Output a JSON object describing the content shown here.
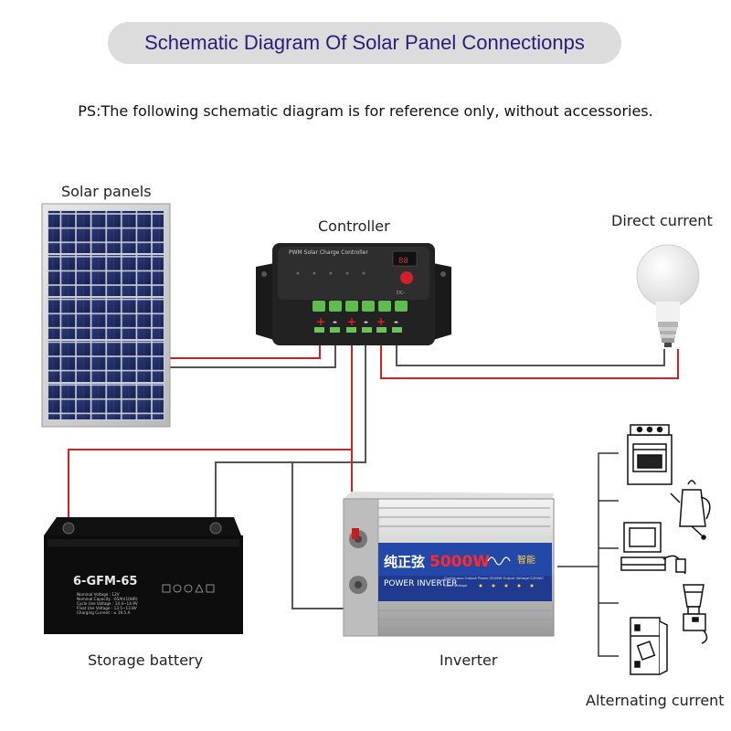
{
  "header": {
    "title": "Schematic Diagram Of Solar Panel Connectionps",
    "note": "PS:The following schematic diagram is for reference only, without accessories."
  },
  "labels": {
    "solar_panels": "Solar panels",
    "controller": "Controller",
    "direct_current": "Direct current",
    "storage_battery": "Storage battery",
    "inverter": "Inverter",
    "alternating_current": "Alternating current"
  },
  "controller": {
    "faceplate_text": "PWM Solar Charge Controller",
    "display_text": "88",
    "dc_text": "DC-",
    "terminal_signs": [
      "+",
      "-",
      "+",
      "-",
      "+",
      "-"
    ]
  },
  "battery": {
    "model": "6-GFM-65",
    "spec_lines": [
      "Nominal Voltage : 12V",
      "Nominal Capacity : 65Ah(10HR)",
      "Cycle Use Voltage : 14.4~14.9V",
      "Float Use Voltage : 13.5~13.8V",
      "Charging Current : ≤ 19.5 A"
    ]
  },
  "inverter": {
    "chinese_label": "纯正弦",
    "power_label": "5000W",
    "brand_label": "智能",
    "type_label": "POWER INVERTER",
    "spec_line_1": "Continuous Output Power:2500W   Output Voltage:220VAC",
    "spec_line_2": "Input Voltage"
  },
  "colors": {
    "title_text": "#27207a",
    "title_pill": "#dcdcdc",
    "positive_wire": "#d42020",
    "negative_wire": "#555555",
    "ac_line": "#333333",
    "panel_cell": "#1f2a5c"
  },
  "icons": [
    "stove-icon",
    "kettle-icon",
    "computer-icon",
    "blender-icon",
    "refrigerator-icon",
    "light-bulb-icon"
  ]
}
